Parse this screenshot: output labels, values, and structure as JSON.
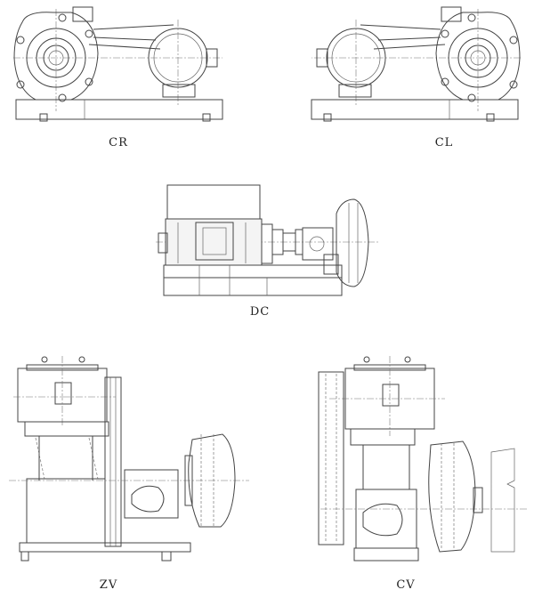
{
  "figures": [
    {
      "id": "cr",
      "label": "CR"
    },
    {
      "id": "cl",
      "label": "CL"
    },
    {
      "id": "dc",
      "label": "DC"
    },
    {
      "id": "zv",
      "label": "ZV"
    },
    {
      "id": "cv",
      "label": "CV"
    }
  ],
  "colors": {
    "line": "#444444",
    "text": "#222222",
    "background": "#ffffff"
  }
}
